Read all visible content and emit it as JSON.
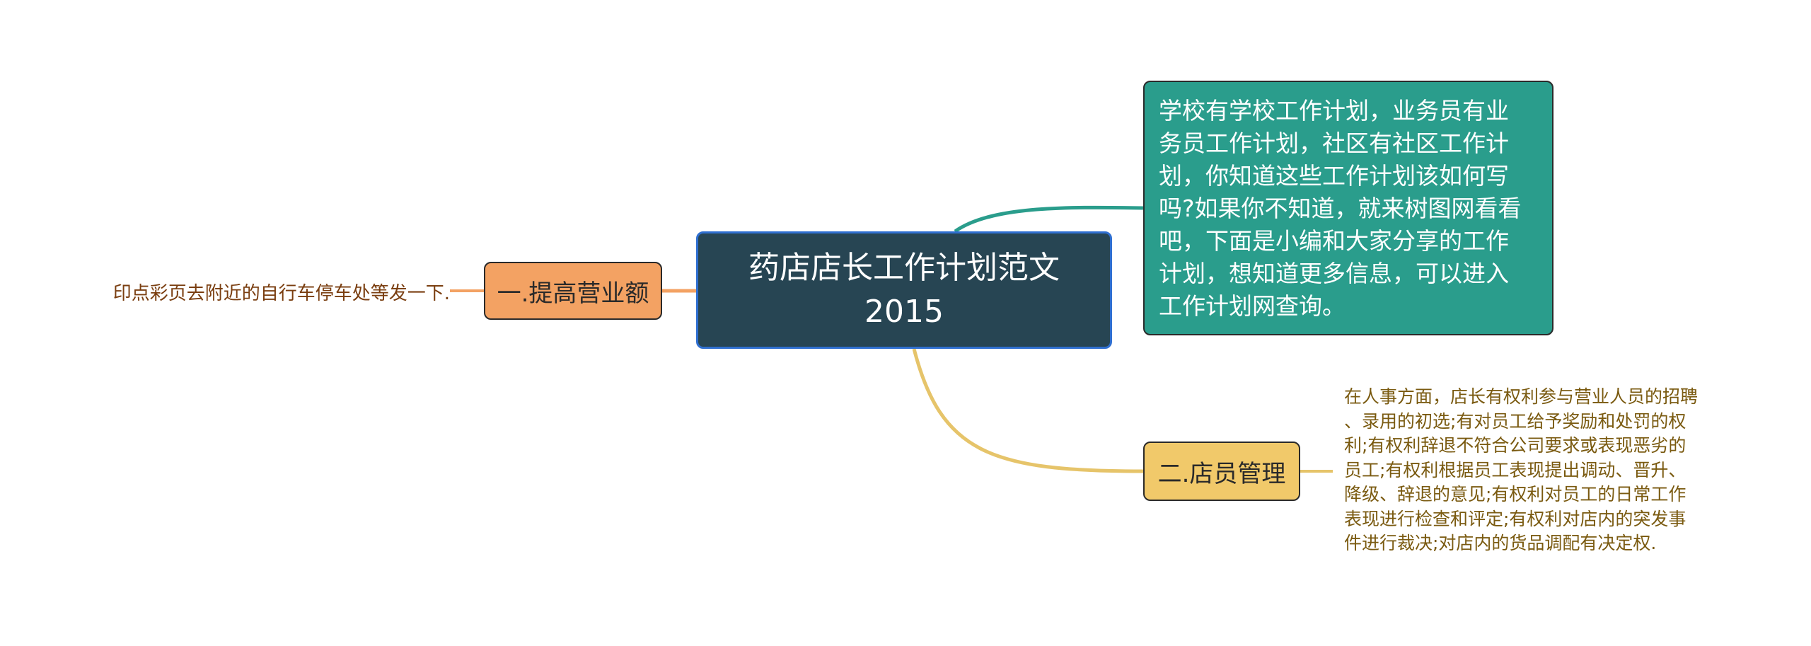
{
  "root": {
    "title": "药店店长工作计划范文2015",
    "color": "#274553"
  },
  "intro": {
    "text": "学校有学校工作计划，业务员有业务员工作计划，社区有社区工作计划，你知道这些工作计划该如何写吗?如果你不知道，就来树图网看看吧，下面是小编和大家分享的工作计划，想知道更多信息，可以进入工作计划网查询。",
    "color": "#2a9d8c"
  },
  "branches": [
    {
      "label": "一.提高营业额",
      "color": "#f3a263",
      "leaf": "印点彩页去附近的自行车停车处等发一下."
    },
    {
      "label": "二.店员管理",
      "color": "#f1c96a",
      "leaf": "在人事方面，店长有权利参与营业人员的招聘、录用的初选;有对员工给予奖励和处罚的权利;有权利辞退不符合公司要求或表现恶劣的员工;有权利根据员工表现提出调动、晋升、降级、辞退的意见;有权利对员工的日常工作表现进行检查和评定;有权利对店内的突发事件进行裁决;对店内的货品调配有决定权."
    }
  ]
}
